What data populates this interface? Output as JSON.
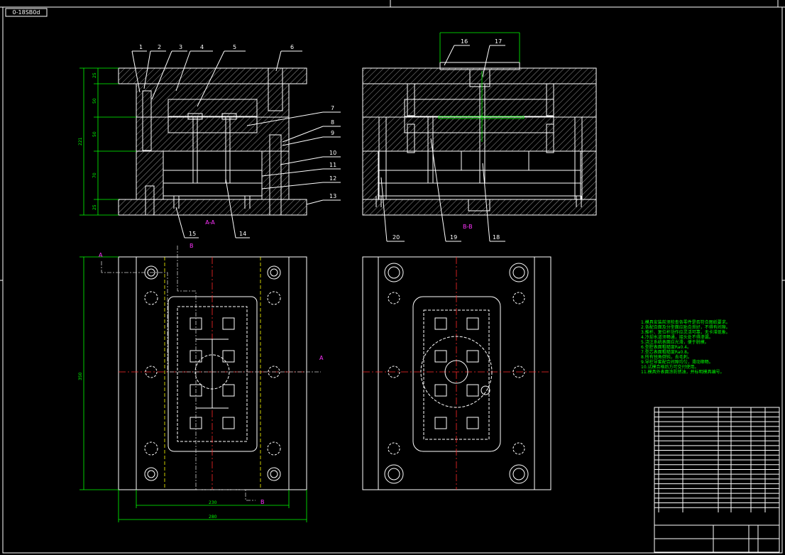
{
  "drawing_no": "0-18SB0d",
  "part_numbers": [
    "1",
    "2",
    "3",
    "4",
    "5",
    "6",
    "7",
    "8",
    "9",
    "10",
    "11",
    "12",
    "13",
    "14",
    "15",
    "16",
    "17",
    "18",
    "19",
    "20"
  ],
  "section_labels": {
    "aa": "A-A",
    "bb": "B-B"
  },
  "dimensions": {
    "plate1": "25",
    "plate2": "50",
    "plate3": "50",
    "plate4": "70",
    "plate5": "25",
    "overall_height": "221",
    "overall_length": "350",
    "inner_width": "230",
    "outer_width": "280"
  },
  "cut_markers": {
    "a": "A",
    "b": "B"
  },
  "tech_notes": [
    "1.模具安装前须检查各零件是否符合图纸要求。",
    "2.各配合面及分型面应贴合良好，不得有间隙。",
    "3.推杆、复位杆动作应灵活可靠，无卡滞现象。",
    "4.冷却水道须畅通，接头处不得渗漏。",
    "5.浇注系统表面应光滑，便于脱模。",
    "6.型腔表面粗糙度Ra0.4。",
    "7.型芯表面粗糙度Ra0.8。",
    "8.所有锐角倒钝，去毛刺。",
    "9.导柱导套配合间隙均匀，滑动顺畅。",
    "10.试模合格后方可交付使用。",
    "11.模具外表面涂防锈油，并标明模具编号。"
  ],
  "title_block_rows": 22,
  "colors": {
    "background": "#000000",
    "lines": "#ffffff",
    "hatch_notes": "#00ff00",
    "labels": "#ff33ff",
    "centerlines": "#ff2a2a",
    "hidden": "#ffff00"
  }
}
